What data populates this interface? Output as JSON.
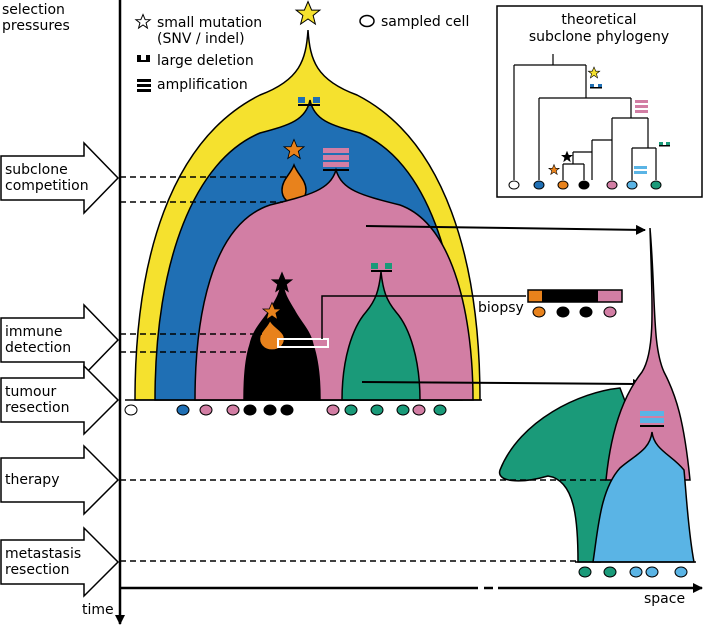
{
  "labels": {
    "selection_pressures": [
      "selection",
      "pressures"
    ],
    "time": "time",
    "space": "space",
    "biopsy": "biopsy"
  },
  "legend": {
    "small_mutation": [
      "small mutation",
      "(SNV / indel)"
    ],
    "large_deletion": "large deletion",
    "amplification": "amplification",
    "sampled_cell": "sampled cell"
  },
  "phylogeny_title": [
    "theoretical",
    "subclone phylogeny"
  ],
  "pressures": [
    {
      "id": "subclone-competition",
      "lines": [
        "subclone",
        "competition"
      ]
    },
    {
      "id": "immune-detection",
      "lines": [
        "immune",
        "detection"
      ]
    },
    {
      "id": "tumour-resection",
      "lines": [
        "tumour",
        "resection"
      ]
    },
    {
      "id": "therapy",
      "lines": [
        "therapy"
      ]
    },
    {
      "id": "metastasis-resection",
      "lines": [
        "metastasis",
        "resection"
      ]
    }
  ],
  "colors": {
    "yellow": "#f5e12e",
    "blue": "#1f6fb4",
    "pink": "#d27ea4",
    "orange": "#e8821c",
    "black": "#000000",
    "green": "#1a9a79",
    "light_blue": "#5ab4e5"
  },
  "clones": [
    "yellow",
    "blue",
    "orange",
    "pink",
    "black",
    "green",
    "light_blue"
  ]
}
